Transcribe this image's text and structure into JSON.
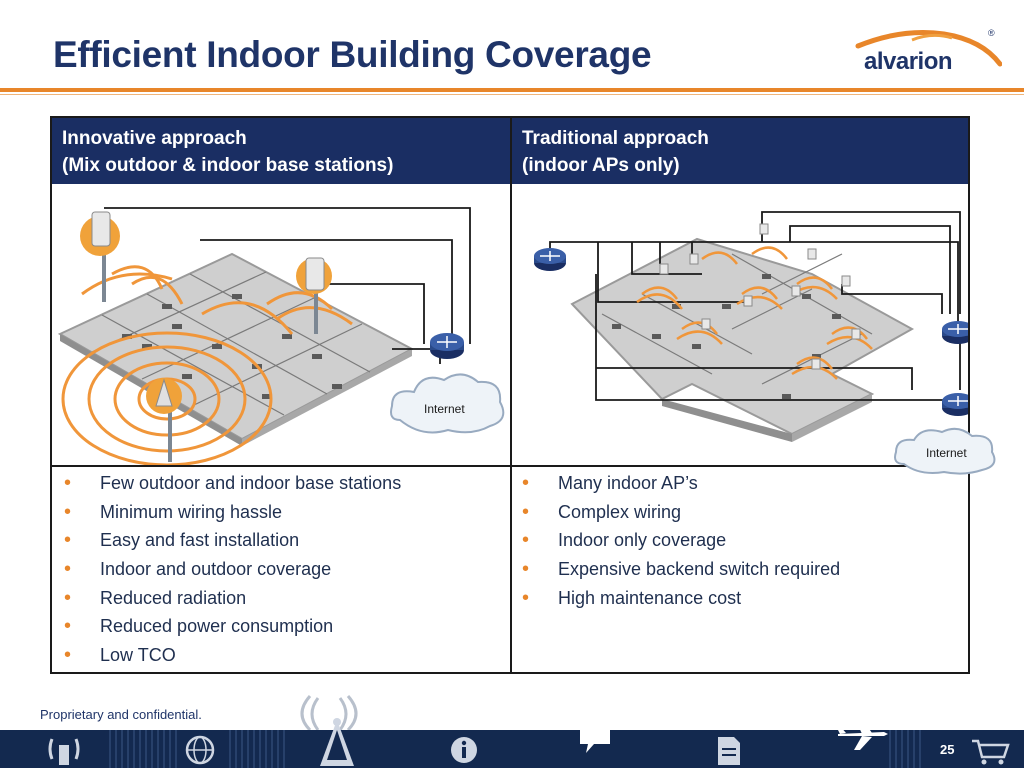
{
  "title": "Efficient Indoor Building Coverage",
  "logo": {
    "text": "alvarion",
    "registered": "®"
  },
  "table": {
    "left": {
      "header_line1": "Innovative approach",
      "header_line2": "(Mix outdoor & indoor base stations)",
      "cloud_label": "Internet",
      "bullets": [
        "Few outdoor and indoor base stations",
        "Minimum wiring hassle",
        "Easy and fast installation",
        "Indoor and outdoor coverage",
        "Reduced radiation",
        "Reduced power consumption",
        "Low TCO"
      ]
    },
    "right": {
      "header_line1": "Traditional approach",
      "header_line2": "(indoor APs only)",
      "cloud_label": "Internet",
      "bullets": [
        "Many indoor AP’s",
        "Complex wiring",
        "Indoor only coverage",
        "Expensive backend switch required",
        "High maintenance cost"
      ]
    }
  },
  "footer": {
    "text": "Proprietary and confidential.",
    "page_number": "25"
  },
  "colors": {
    "title": "#1f3468",
    "header_bg": "#1a2e63",
    "accent_orange": "#e8862a",
    "footer_bg": "#13294f"
  },
  "icons": [
    "wifi-tower-icon",
    "signal-icon",
    "globe-icon",
    "antenna-icon",
    "info-icon",
    "speech-bubble-icon",
    "document-icon",
    "airplane-icon",
    "cart-icon"
  ]
}
